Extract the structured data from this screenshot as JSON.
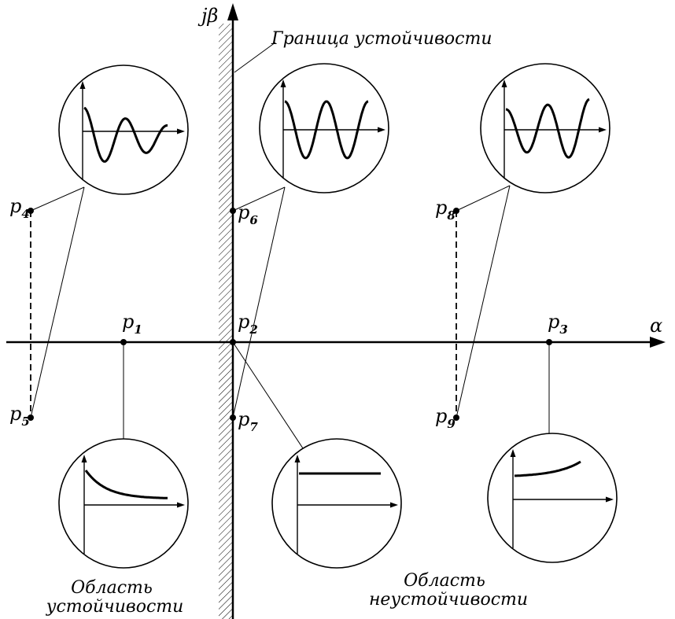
{
  "axes": {
    "imag_label": "jβ",
    "real_label": "α"
  },
  "boundary_label": "Граница устойчивости",
  "region_stable": [
    "Область",
    "устойчивости"
  ],
  "region_unstable": [
    "Область",
    "неустойчивости"
  ],
  "points": [
    {
      "name": "p",
      "sub": "1"
    },
    {
      "name": "p",
      "sub": "2"
    },
    {
      "name": "p",
      "sub": "3"
    },
    {
      "name": "p",
      "sub": "4"
    },
    {
      "name": "p",
      "sub": "5"
    },
    {
      "name": "p",
      "sub": "6"
    },
    {
      "name": "p",
      "sub": "7"
    },
    {
      "name": "p",
      "sub": "8"
    },
    {
      "name": "p",
      "sub": "9"
    }
  ],
  "insets": [
    {
      "id": "damped-oscillation",
      "shape": "damped sine"
    },
    {
      "id": "sustained-oscillation",
      "shape": "constant-amplitude sine"
    },
    {
      "id": "growing-oscillation",
      "shape": "growing sine"
    },
    {
      "id": "decay",
      "shape": "exponential decay"
    },
    {
      "id": "constant",
      "shape": "constant"
    },
    {
      "id": "growth",
      "shape": "exponential growth"
    }
  ]
}
